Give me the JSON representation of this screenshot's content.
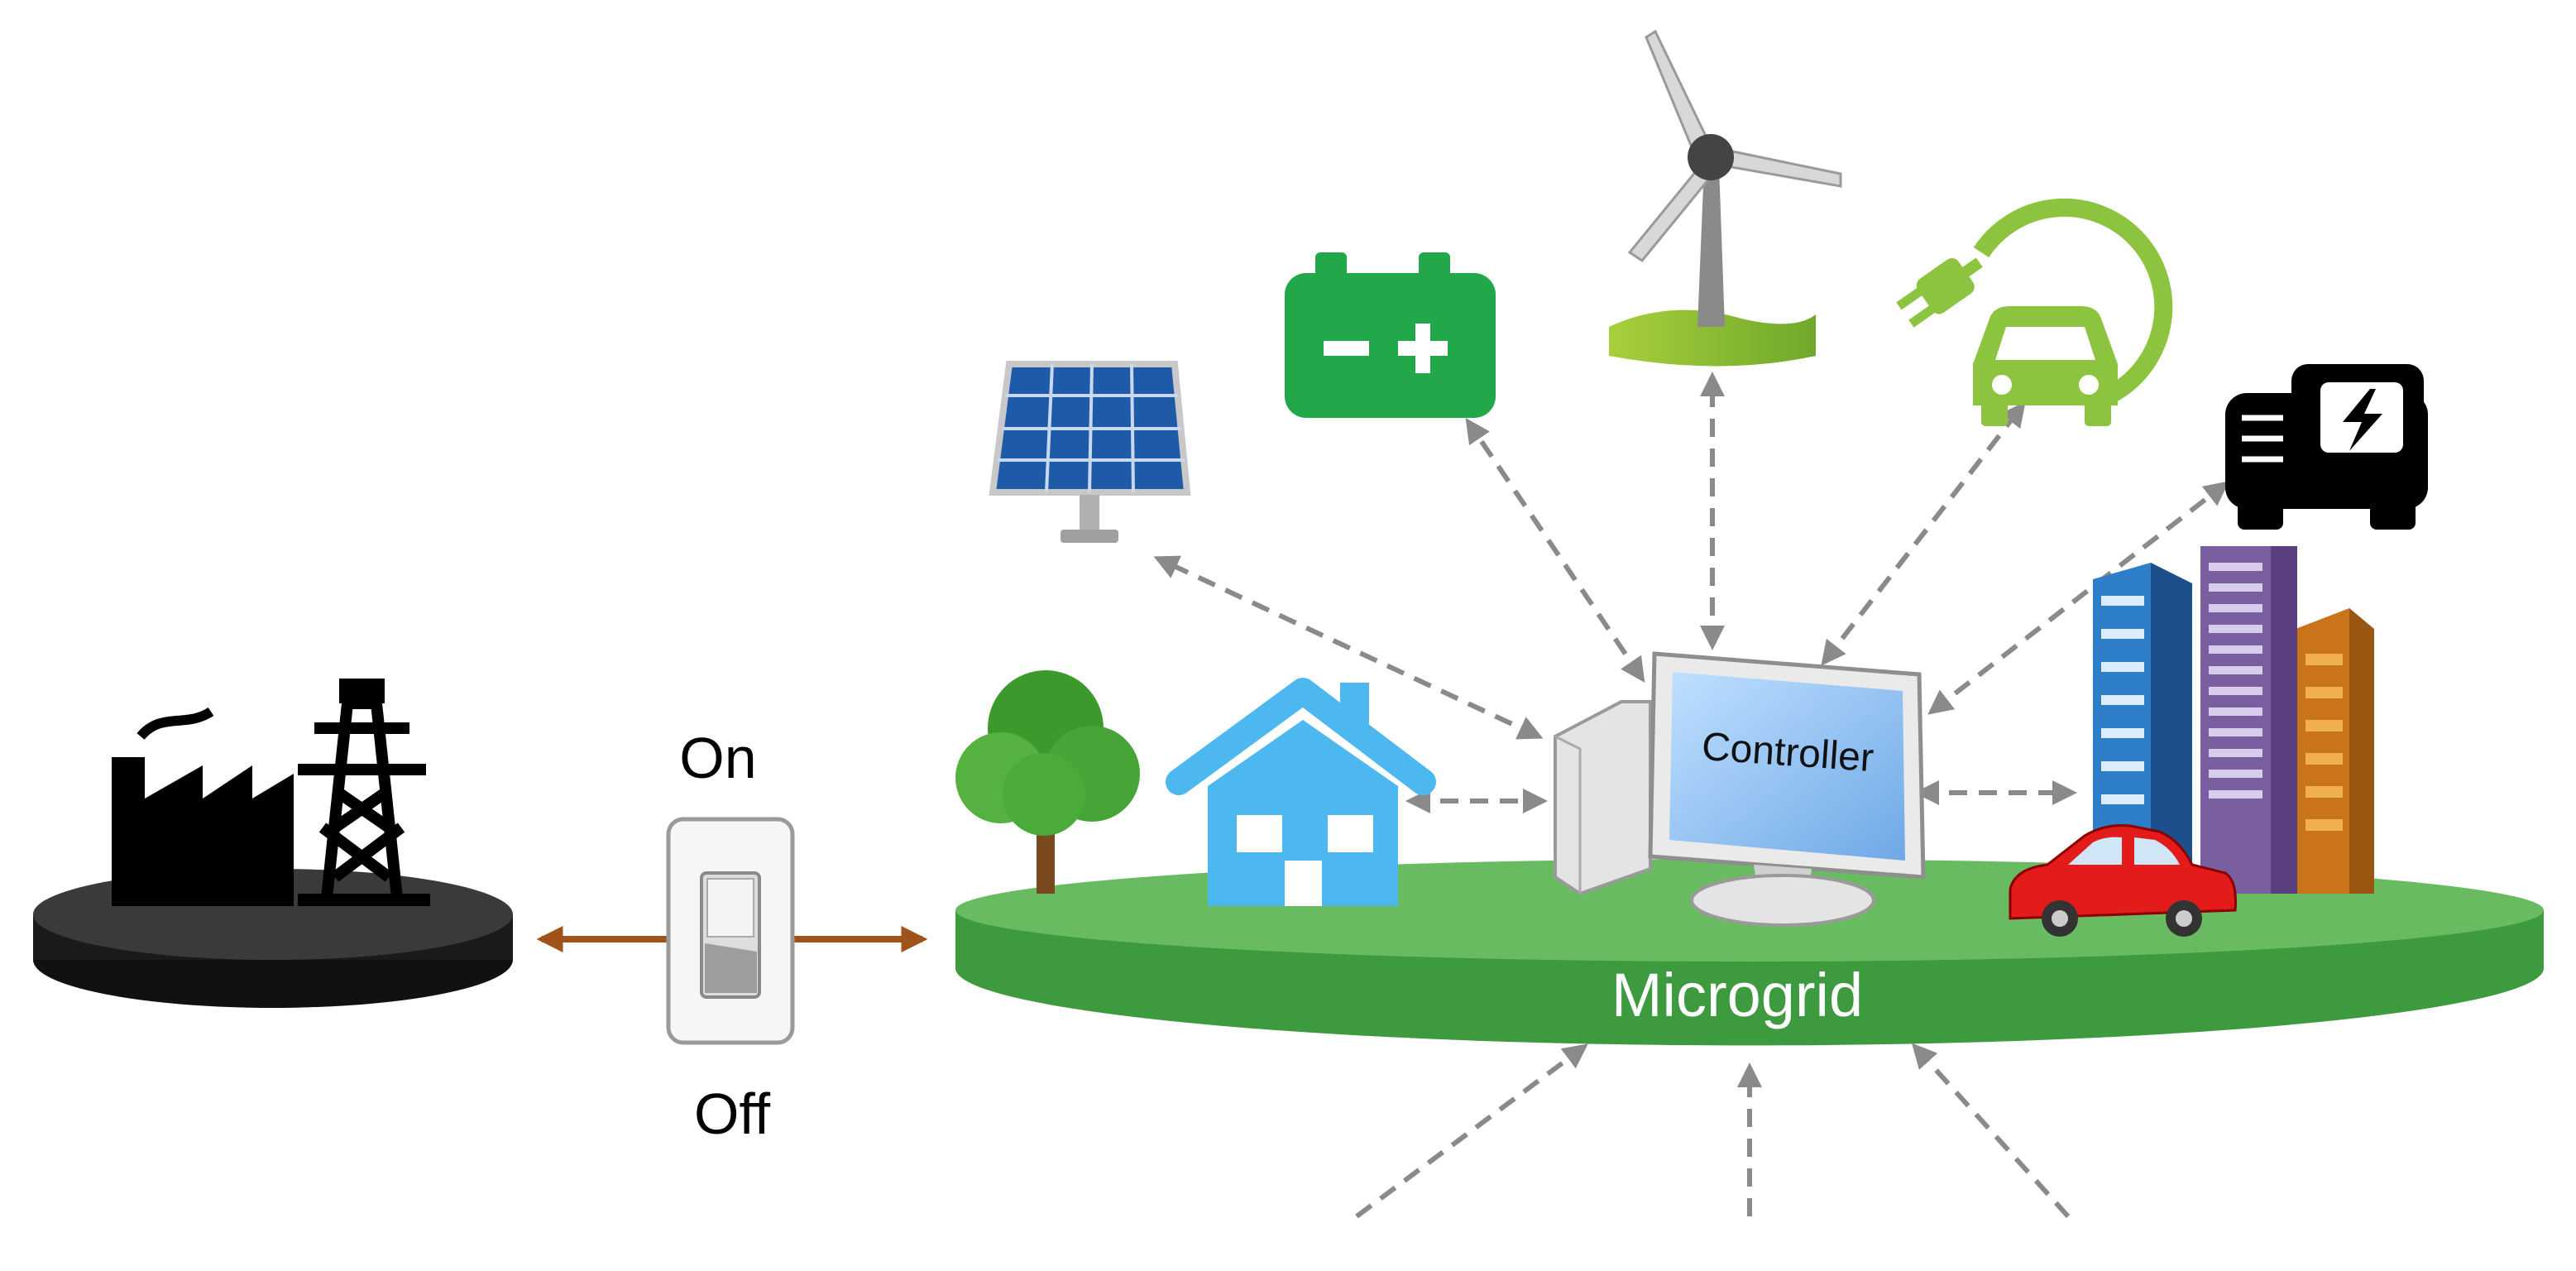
{
  "labels": {
    "on": "On",
    "off": "Off",
    "controller": "Controller",
    "microgrid": "Microgrid"
  },
  "icons": {
    "main_grid": "power-plant-and-transmission-tower",
    "switch": "toggle-switch",
    "solar": "solar-panel",
    "battery": "battery",
    "wind": "wind-turbine",
    "ev_charger": "ev-charging",
    "generator": "generator",
    "tree": "tree",
    "house": "house",
    "computer": "controller-computer",
    "buildings": "buildings",
    "car": "car"
  },
  "colors": {
    "microgrid_green": "#4caf50",
    "battery_green": "#22a84b",
    "ev_green": "#8cc43f",
    "house_blue": "#4db8f0",
    "arrow_brown": "#a0521b",
    "arrow_gray": "#8a8a8a",
    "car_red": "#e31b1b"
  }
}
